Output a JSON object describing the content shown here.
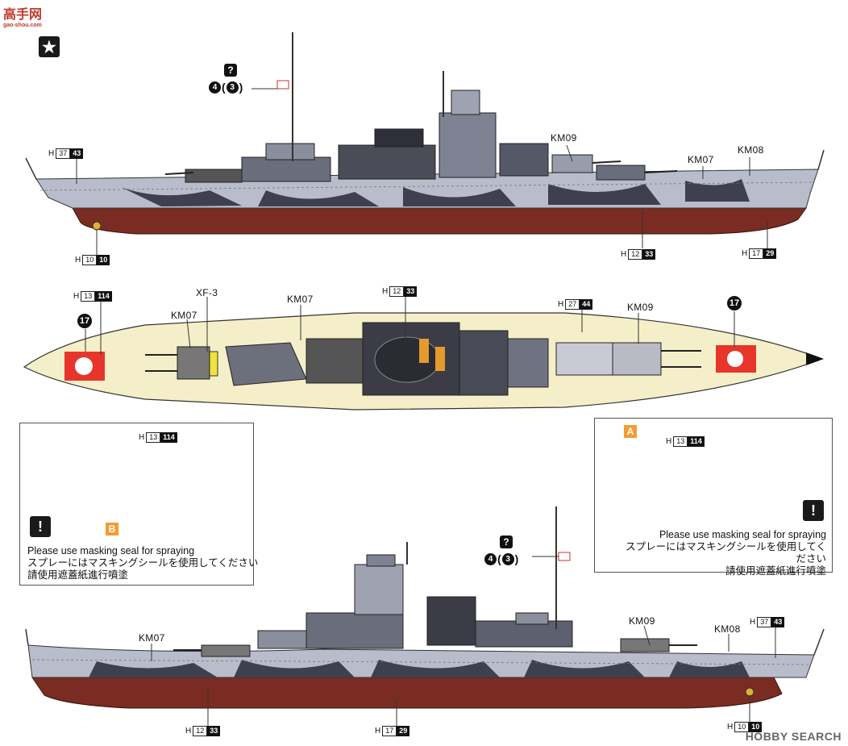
{
  "watermark": {
    "logo_text": "高手网",
    "logo_sub": "gao-shou.com",
    "brand": "HOBBY SEARCH"
  },
  "badge_star": "★",
  "side_top": {
    "flag_ref": {
      "q": "?",
      "part": "4",
      "sub": "3"
    },
    "labels": {
      "km09": "KM09",
      "km07": "KM07",
      "km08": "KM08"
    },
    "h_bow": {
      "h": "H",
      "a": "37",
      "b": "43"
    },
    "h_prop": {
      "h": "H",
      "a": "10",
      "b": "10"
    },
    "h_hull": {
      "h": "H",
      "a": "12",
      "b": "33"
    },
    "h_hull2": {
      "h": "H",
      "a": "17",
      "b": "29"
    }
  },
  "plan": {
    "h_stern": {
      "h": "H",
      "a": "13",
      "b": "114"
    },
    "xf3": "XF-3",
    "km07a": "KM07",
    "km07b": "KM07",
    "h_mid": {
      "h": "H",
      "a": "12",
      "b": "33"
    },
    "h_deck": {
      "h": "H",
      "a": "27",
      "b": "44"
    },
    "km09": "KM09",
    "ref17a": "17",
    "ref17b": "17"
  },
  "detail_left": {
    "h": {
      "h": "H",
      "a": "13",
      "b": "114"
    },
    "letter": "B",
    "warn": "!",
    "note_en": "Please use masking seal for spraying",
    "note_jp": "スプレーにはマスキングシールを使用してください",
    "note_cn": "請使用遮蓋紙進行噴塗"
  },
  "detail_right": {
    "h": {
      "h": "H",
      "a": "13",
      "b": "114"
    },
    "letter": "A",
    "warn": "!",
    "note_en": "Please use masking seal for spraying",
    "note_jp": "スプレーにはマスキングシールを使用してください",
    "note_cn": "請使用遮蓋紙進行噴塗"
  },
  "side_bottom": {
    "flag_ref": {
      "q": "?",
      "part": "4",
      "sub": "3"
    },
    "labels": {
      "km07": "KM07",
      "km09": "KM09",
      "km08": "KM08"
    },
    "h_bow": {
      "h": "H",
      "a": "37",
      "b": "43"
    },
    "h_hull": {
      "h": "H",
      "a": "12",
      "b": "33"
    },
    "h_hull2": {
      "h": "H",
      "a": "17",
      "b": "29"
    },
    "h_prop": {
      "h": "H",
      "a": "10",
      "b": "10"
    }
  },
  "colors": {
    "hull_red": "#7a2c22",
    "camo_dark": "#3e4050",
    "camo_light": "#b9bccb",
    "deck": "#f4efc8",
    "mask_red": "#e8352b",
    "mask_yellow": "#f2ee72",
    "badge_orange": "#f39c33"
  }
}
